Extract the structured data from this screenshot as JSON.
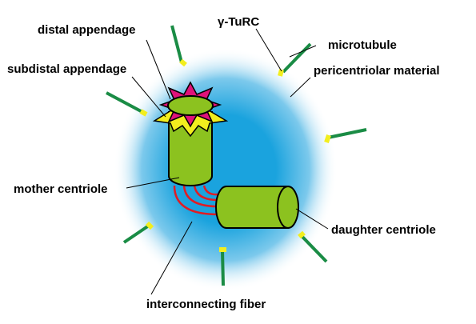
{
  "labels": {
    "distal_appendage": "distal appendage",
    "subdistal_appendage": "subdistal appendage",
    "gamma_turc": "γ-TuRC",
    "microtubule": "microtubule",
    "pericentriolar_material": "pericentriolar material",
    "mother_centriole": "mother centriole",
    "daughter_centriole": "daughter centriole",
    "interconnecting_fiber": "interconnecting fiber"
  },
  "colors": {
    "pcm_center": "#1aa3de",
    "pcm_edge": "#ffffff",
    "centriole": "#8cc21f",
    "microtubule": "#1a8c45",
    "turc": "#f2ee1e",
    "distal_appendage": "#e0127a",
    "subdistal_appendage": "#f2ee1e",
    "fiber": "#e01c24",
    "outline": "#000000"
  }
}
